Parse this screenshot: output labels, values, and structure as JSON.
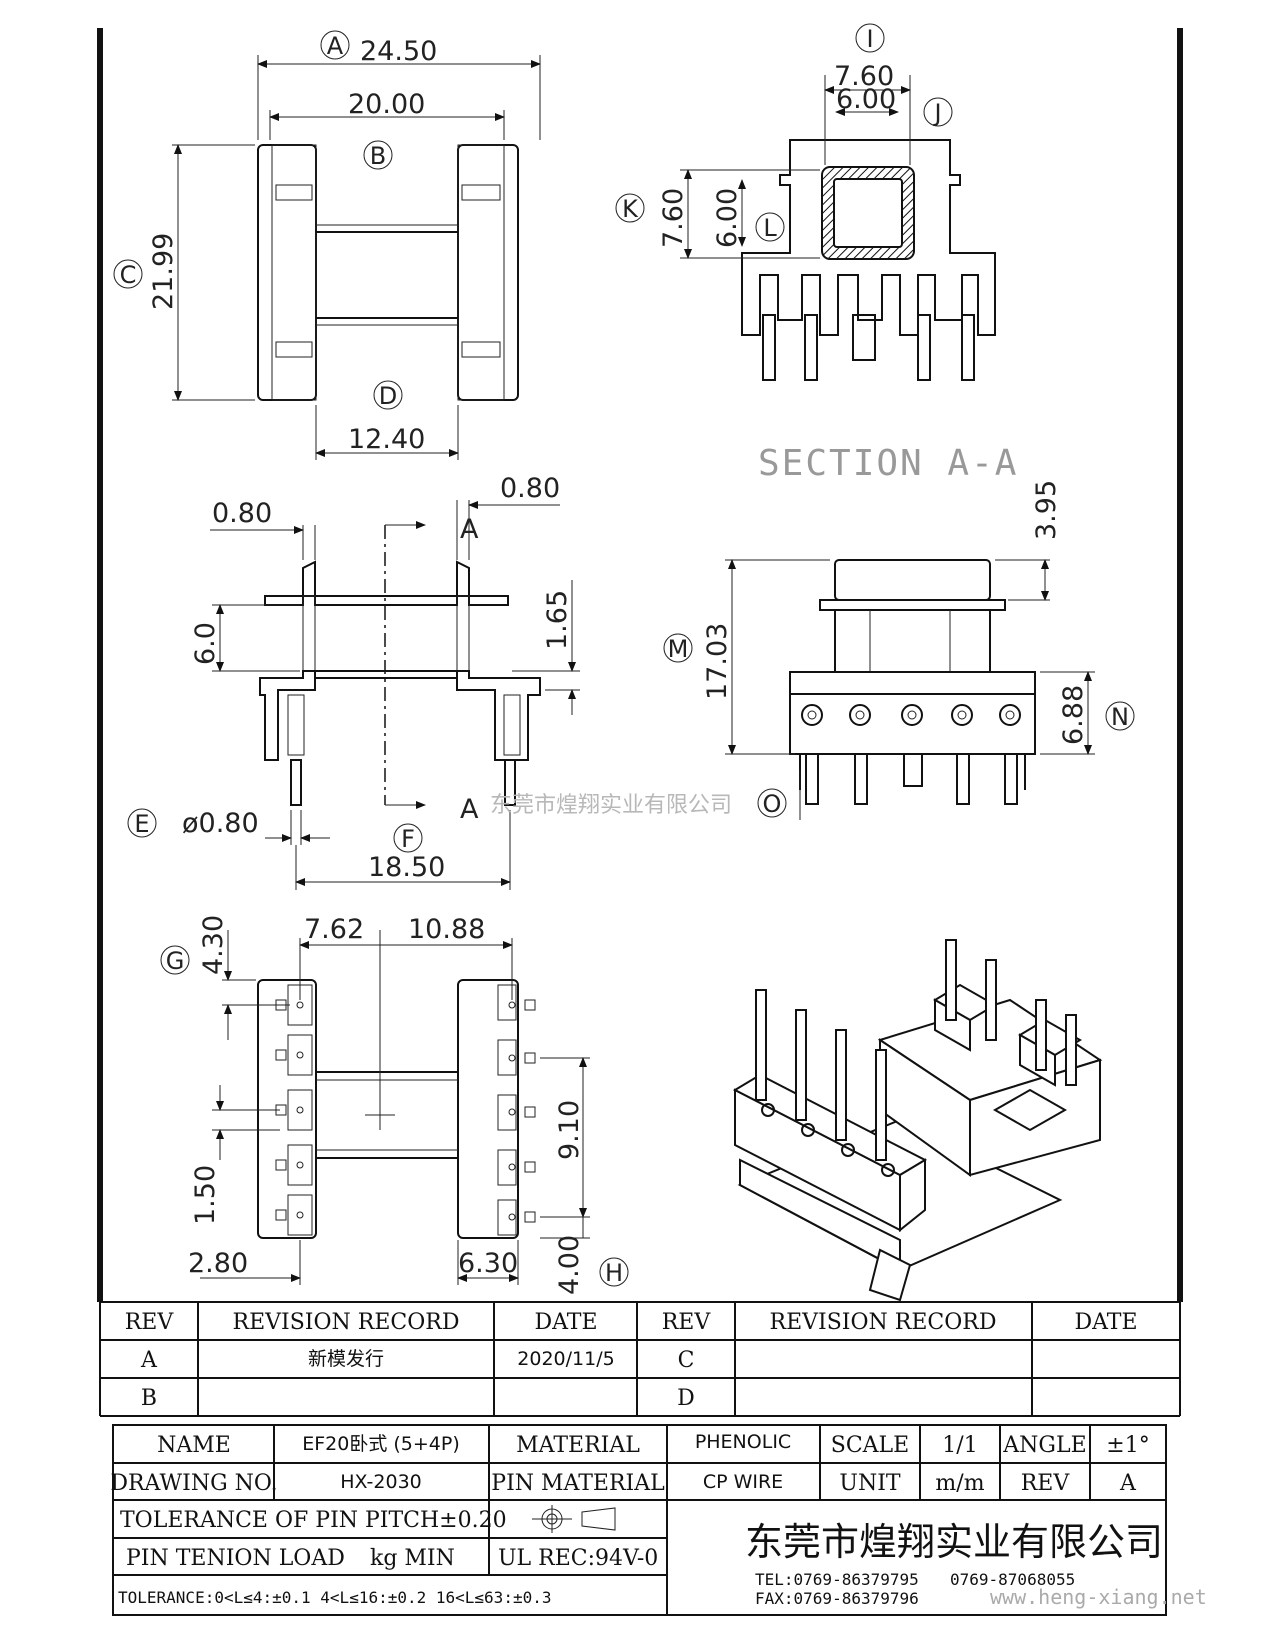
{
  "dimensions": {
    "top_view": {
      "A": "24.50",
      "B": "20.00",
      "C": "21.99",
      "D": "12.40"
    },
    "section": {
      "I": "7.60",
      "J": "6.00",
      "K": "7.60",
      "L": "6.00"
    },
    "section_title": "SECTION A-A",
    "front_view": {
      "left_wall": "0.80",
      "right_wall": "0.80",
      "height": "6.0",
      "flange": "1.65",
      "pin_dia": "ø0.80",
      "span": "18.50",
      "cut_mark": "A"
    },
    "side_view": {
      "top": "3.95",
      "overall": "17.03",
      "base": "6.88"
    },
    "bottom_view": {
      "left_off": "7.62",
      "right_off": "10.88",
      "top_off": "4.30",
      "pitch_sum": "9.10",
      "pitch": "1.50",
      "row_l": "2.80",
      "row_r": "6.30",
      "bottom_off": "4.00"
    }
  },
  "callouts": [
    "A",
    "B",
    "C",
    "D",
    "E",
    "F",
    "G",
    "H",
    "I",
    "J",
    "K",
    "L",
    "M",
    "N",
    "O"
  ],
  "watermark": "东莞市煌翔实业有限公司",
  "revision_table": {
    "headers": [
      "REV",
      "REVISION RECORD",
      "DATE",
      "REV",
      "REVISION RECORD",
      "DATE"
    ],
    "rows": [
      [
        "A",
        "新模发行",
        "2020/11/5",
        "C",
        "",
        ""
      ],
      [
        "B",
        "",
        "",
        "D",
        "",
        ""
      ]
    ]
  },
  "title_block": {
    "name_label": "NAME",
    "name_value": "EF20卧式 (5+4P)",
    "material_label": "MATERIAL",
    "material_value": "PHENOLIC",
    "scale_label": "SCALE",
    "scale_value": "1/1",
    "angle_label": "ANGLE",
    "angle_value": "±1°",
    "drawing_no_label": "DRAWING NO.",
    "drawing_no_value": "HX-2030",
    "pin_material_label": "PIN MATERIAL",
    "pin_material_value": "CP WIRE",
    "unit_label": "UNIT",
    "unit_value": "m/m",
    "rev_label": "REV",
    "rev_value": "A",
    "pin_pitch_tol": "TOLERANCE OF PIN PITCH±0.20",
    "pin_load": "PIN TENION LOAD",
    "pin_load_unit": "kg MIN",
    "ul": "UL REC:94V-0",
    "tolerance": "TOLERANCE:0<L≤4:±0.1  4<L≤16:±0.2  16<L≤63:±0.3",
    "company": "东莞市煌翔实业有限公司",
    "tel": "TEL:0769-86379795",
    "tel2": "0769-87068055",
    "fax": "FAX:0769-86379796",
    "website": "www.heng-xiang.net"
  }
}
